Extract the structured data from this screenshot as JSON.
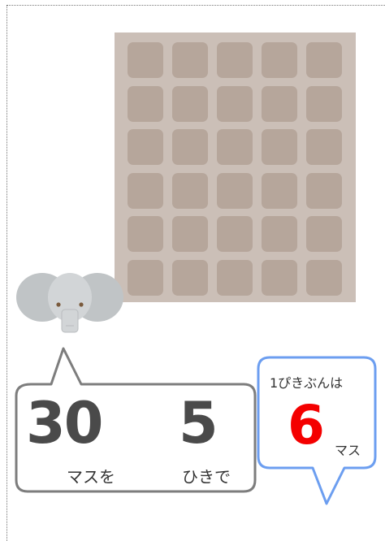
{
  "board": {
    "rows": 6,
    "cols": 5,
    "color": "#cbbfb7",
    "cell_color": "#b6a69b"
  },
  "left_bubble": {
    "squares_value": "30",
    "squares_unit": "マスを",
    "animals_value": "5",
    "animals_unit": "ひきで"
  },
  "right_bubble": {
    "top_text": "1ぴきぶんは",
    "answer_value": "6",
    "answer_unit": "マス",
    "answer_color": "#f40000",
    "border_color": "#6c9ef0"
  },
  "icons": {
    "character": "elephant-icon"
  }
}
